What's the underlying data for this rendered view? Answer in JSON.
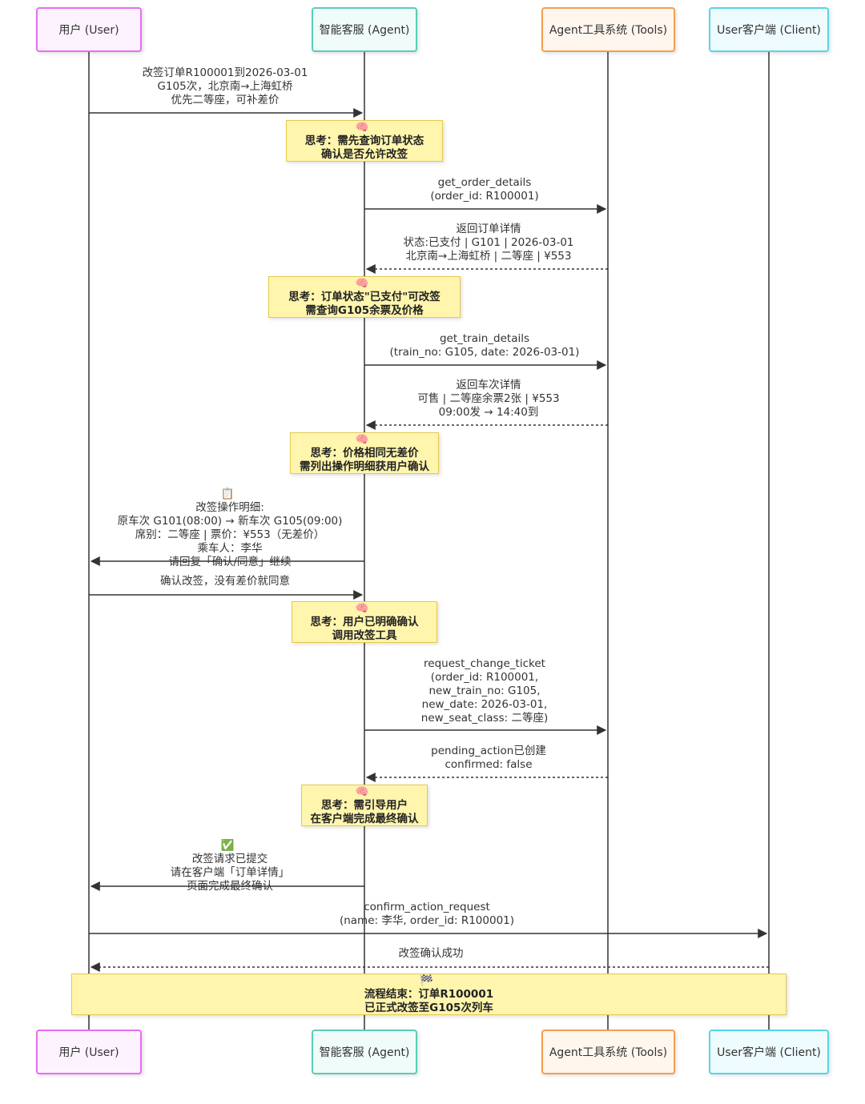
{
  "actors": {
    "user": "用户 (User)",
    "agent": "智能客服 (Agent)",
    "tools": "Agent工具系统 (Tools)",
    "client": "User客户端 (Client)"
  },
  "icons": {
    "brain": "🧠",
    "clipboard": "📋",
    "check": "✅",
    "flag": "🏁"
  },
  "messages": {
    "m1": [
      "改签订单R100001到2026-03-01",
      "G105次，北京南→上海虹桥",
      "优先二等座，可补差价"
    ],
    "m2": [
      "get_order_details",
      "(order_id: R100001)"
    ],
    "m3": [
      "返回订单详情",
      "状态:已支付 | G101 | 2026-03-01",
      "北京南→上海虹桥 | 二等座 | ¥553"
    ],
    "m4": [
      "get_train_details",
      "(train_no: G105, date: 2026-03-01)"
    ],
    "m5": [
      "返回车次详情",
      "可售 | 二等座余票2张 | ¥553",
      "09:00发 → 14:40到"
    ],
    "m6_head": "改签操作明细:",
    "m6": [
      "原车次 G101(08:00) → 新车次 G105(09:00)",
      "席别：二等座 | 票价：¥553（无差价）",
      "乘车人：李华",
      "请回复「确认/同意」继续"
    ],
    "m7": [
      "确认改签，没有差价就同意"
    ],
    "m8": [
      "request_change_ticket",
      "(order_id: R100001,",
      "new_train_no: G105,",
      "new_date: 2026-03-01,",
      "new_seat_class: 二等座)"
    ],
    "m9": [
      "pending_action已创建",
      "confirmed: false"
    ],
    "m10_head": "改签请求已提交",
    "m10": [
      "请在客户端「订单详情」",
      "页面完成最终确认"
    ],
    "m11": [
      "confirm_action_request",
      "(name: 李华, order_id: R100001)"
    ],
    "m12": [
      "改签确认成功"
    ]
  },
  "notes": {
    "n1": [
      "思考：需先查询订单状态",
      "确认是否允许改签"
    ],
    "n2": [
      "思考：订单状态\"已支付\"可改签",
      "需查询G105余票及价格"
    ],
    "n3": [
      "思考：价格相同无差价",
      "需列出操作明细获用户确认"
    ],
    "n4": [
      "思考：用户已明确确认",
      "调用改签工具"
    ],
    "n5": [
      "思考：需引导用户",
      "在客户端完成最终确认"
    ],
    "end": [
      "流程结束：订单R100001",
      "已正式改签至G105次列车"
    ]
  },
  "colors": {
    "line": "#333333",
    "note_fill": "#fff5ad",
    "note_border": "#e5c84c",
    "user_border": "#e96cf5",
    "agent_border": "#59cdb8",
    "tools_border": "#f49d4f",
    "client_border": "#55d6e6"
  }
}
